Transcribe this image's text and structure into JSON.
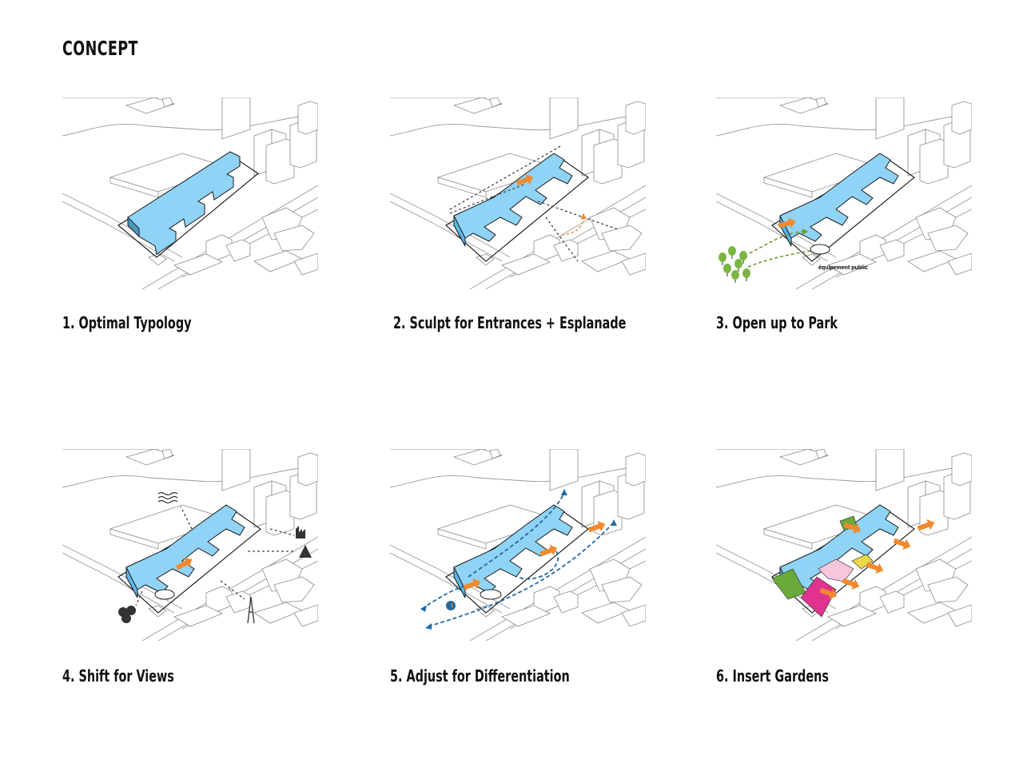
{
  "page": {
    "title": "CONCEPT"
  },
  "panels": [
    {
      "caption": "1. Optimal Typology"
    },
    {
      "caption": "2. Sculpt for Entrances + Esplanade"
    },
    {
      "caption": "3. Open up to Park",
      "annotation": "équipement public"
    },
    {
      "caption": "4. Shift for Views"
    },
    {
      "caption": "5. Adjust for Differentiation"
    },
    {
      "caption": "6. Insert Gardens"
    }
  ],
  "colors": {
    "building_top": "#8fd3f7",
    "building_side": "#5bb8e8",
    "entrance_arrow": "#f08a2c",
    "park_trees": "#7ab640",
    "circulation": "#1f6aa5",
    "garden_green": "#6aaa3a",
    "garden_magenta": "#e0338f",
    "garden_pink": "#f6c6dc",
    "garden_yellow": "#e8d84a"
  }
}
